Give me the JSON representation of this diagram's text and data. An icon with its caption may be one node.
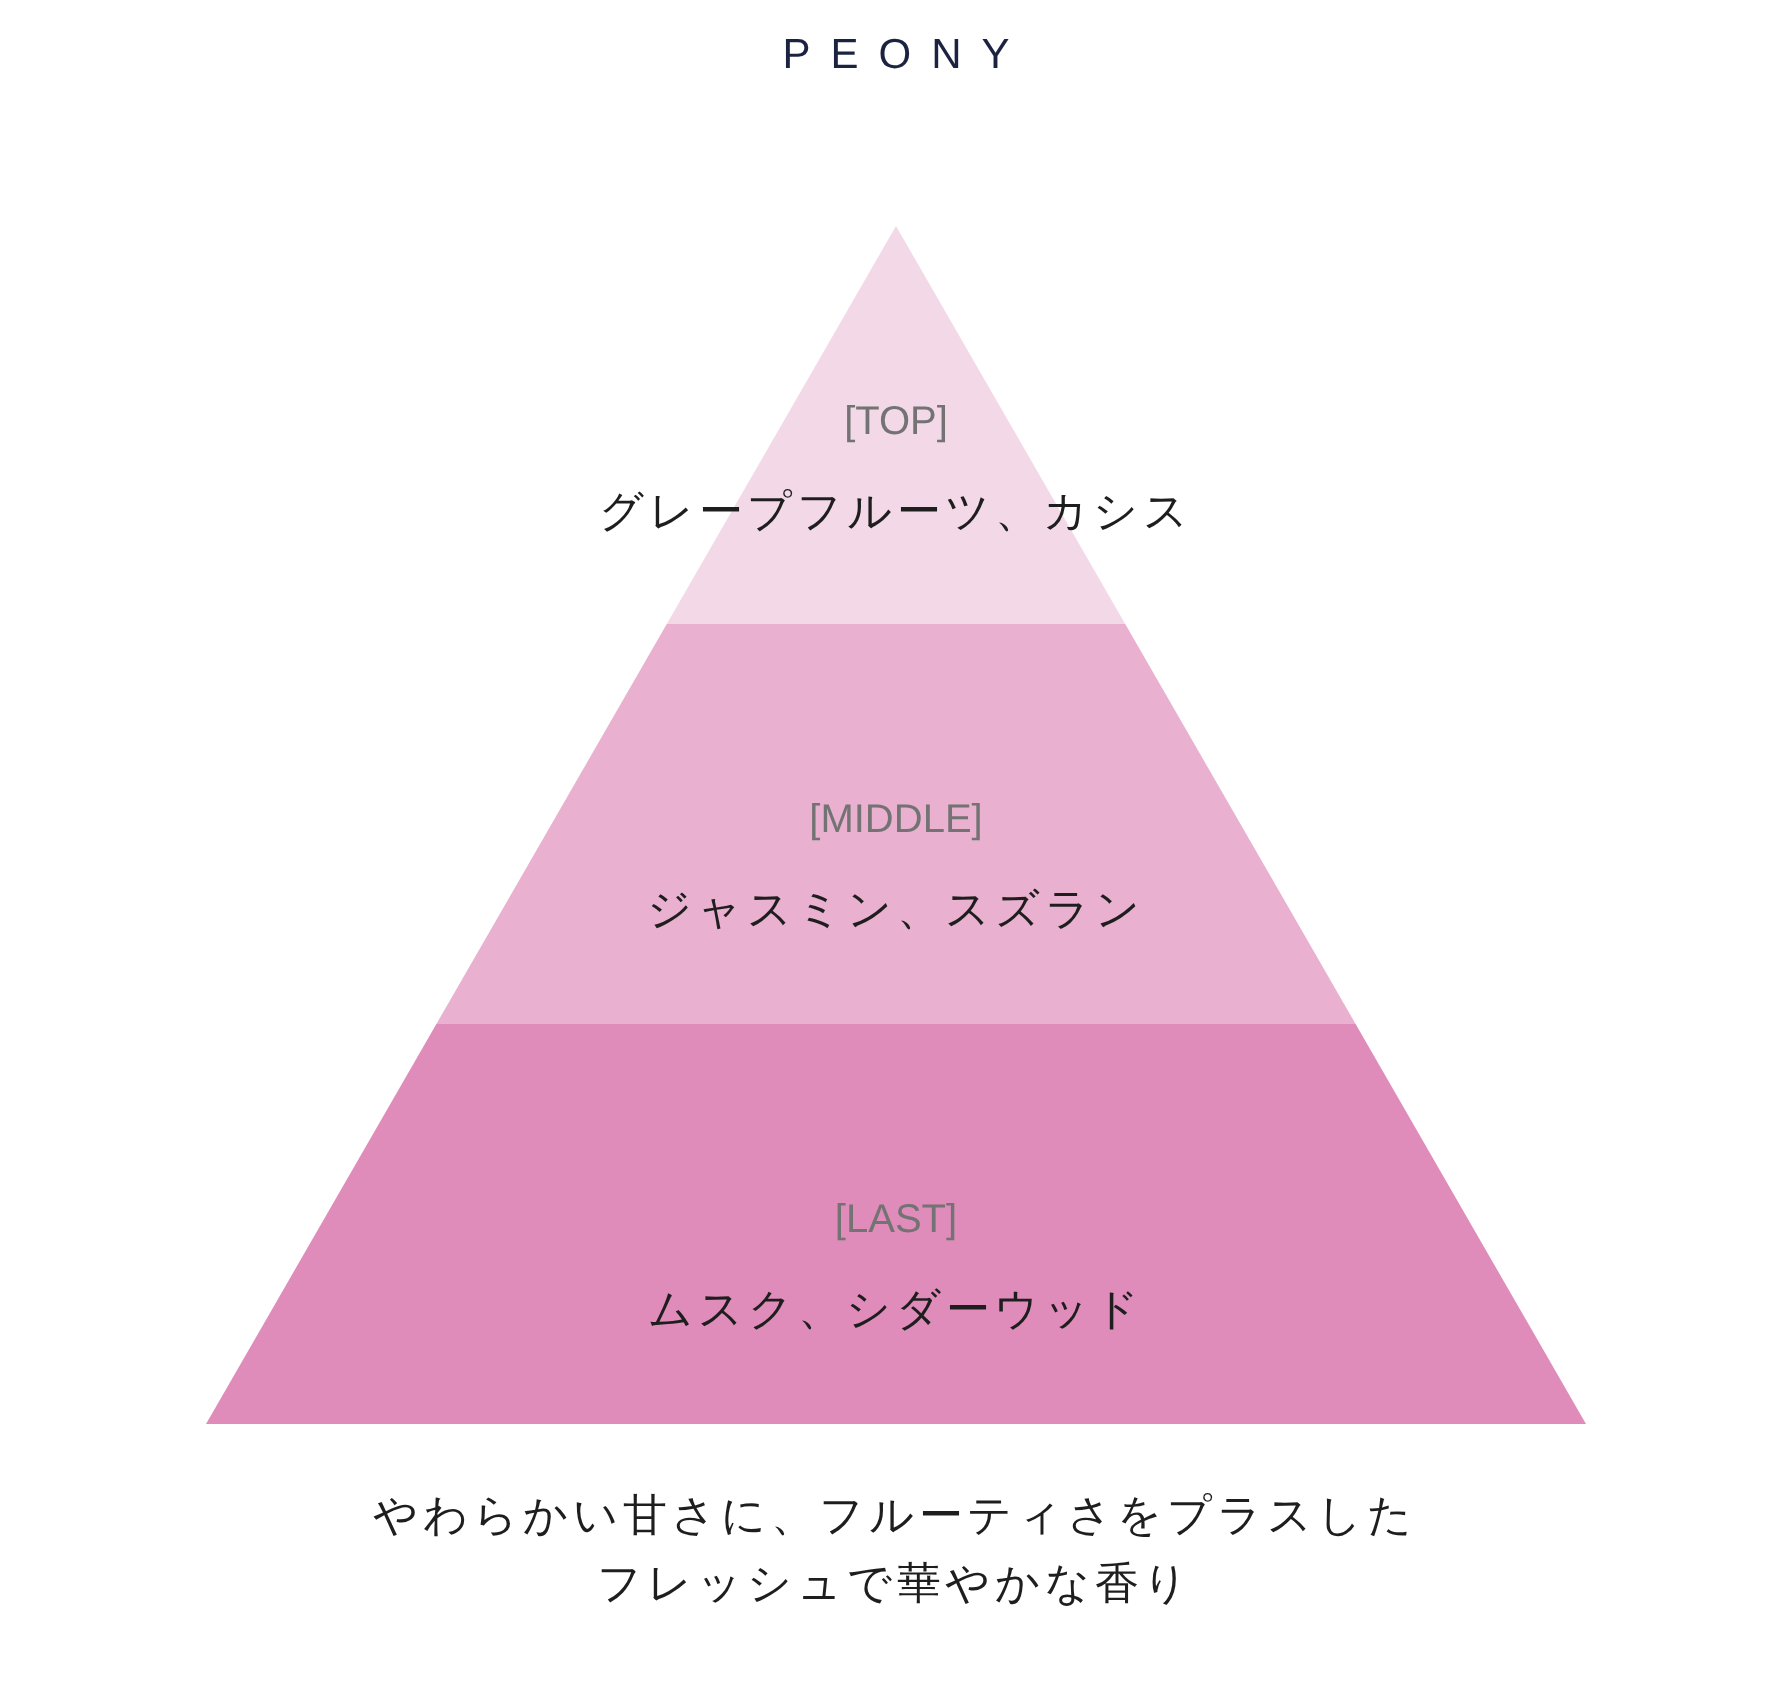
{
  "diagram": {
    "title": "PEONY",
    "nodes": [
      {
        "text": [
          "[TOP]",
          "グレープフルーツ、カシス"
        ]
      },
      {
        "text": [
          "[MIDDLE]",
          "ジャスミン、スズラン"
        ]
      },
      {
        "text": [
          "[LAST]",
          "ムスク、シダーウッド"
        ]
      }
    ],
    "caption": "やわらかい甘さに、フルーティさをプラスしたフレッシュで華やかな香り"
  }
}
